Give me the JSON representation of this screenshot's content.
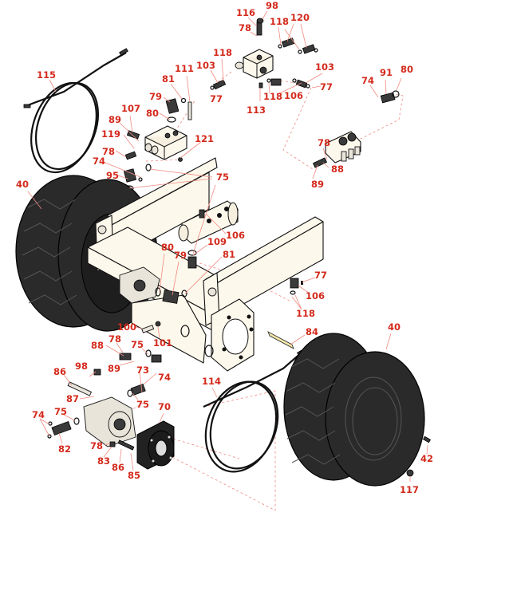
{
  "diagram": {
    "label_color": "#d42a1c",
    "leader_color": "#f08a80",
    "frame_color": "#fdf8ec",
    "tire_color": "#2a2a2a"
  },
  "callouts": {
    "c116": "116",
    "c98a": "98",
    "c78a": "78",
    "c118a": "118",
    "c120": "120",
    "c118b": "118",
    "c103a": "103",
    "c77a": "77",
    "c113": "113",
    "c118c": "118",
    "c106a": "106",
    "c103b": "103",
    "c77b": "77",
    "c74a": "74",
    "c91": "91",
    "c80a": "80",
    "c78b": "78",
    "c88a": "88",
    "c89a": "89",
    "c115": "115",
    "c111": "111",
    "c81a": "81",
    "c79a": "79",
    "c80b": "80",
    "c107": "107",
    "c89b": "89",
    "c119": "119",
    "c78c": "78",
    "c74b": "74",
    "c95": "95",
    "c121": "121",
    "c75a": "75",
    "c40a": "40",
    "c106b": "106",
    "c109": "109",
    "c80c": "80",
    "c79b": "79",
    "c81b": "81",
    "c77c": "77",
    "c106c": "106",
    "c118d": "118",
    "c84": "84",
    "c100": "100",
    "c101": "101",
    "c88b": "88",
    "c78d": "78",
    "c75b": "75",
    "c98b": "98",
    "c89c": "89",
    "c73": "73",
    "c74c": "74",
    "c86a": "86",
    "c87": "87",
    "c75c": "75",
    "c74d": "74",
    "c75d": "75",
    "c70": "70",
    "c82": "82",
    "c78e": "78",
    "c83": "83",
    "c86b": "86",
    "c85": "85",
    "c114": "114",
    "c40b": "40",
    "c42": "42",
    "c117": "117"
  }
}
